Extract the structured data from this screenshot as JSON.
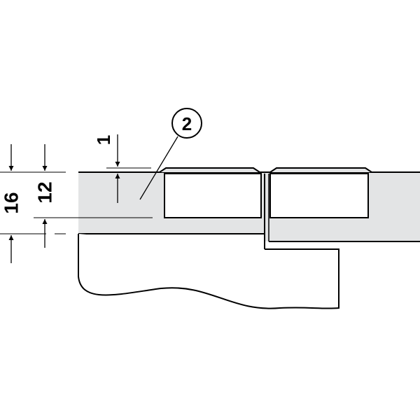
{
  "drawing": {
    "dimensions": {
      "overall": "16",
      "panel": "12",
      "offset": "1"
    },
    "callout": {
      "number": "2"
    },
    "colors": {
      "panel_fill": "#e3e4e5",
      "line": "#000000",
      "background": "#ffffff"
    }
  }
}
